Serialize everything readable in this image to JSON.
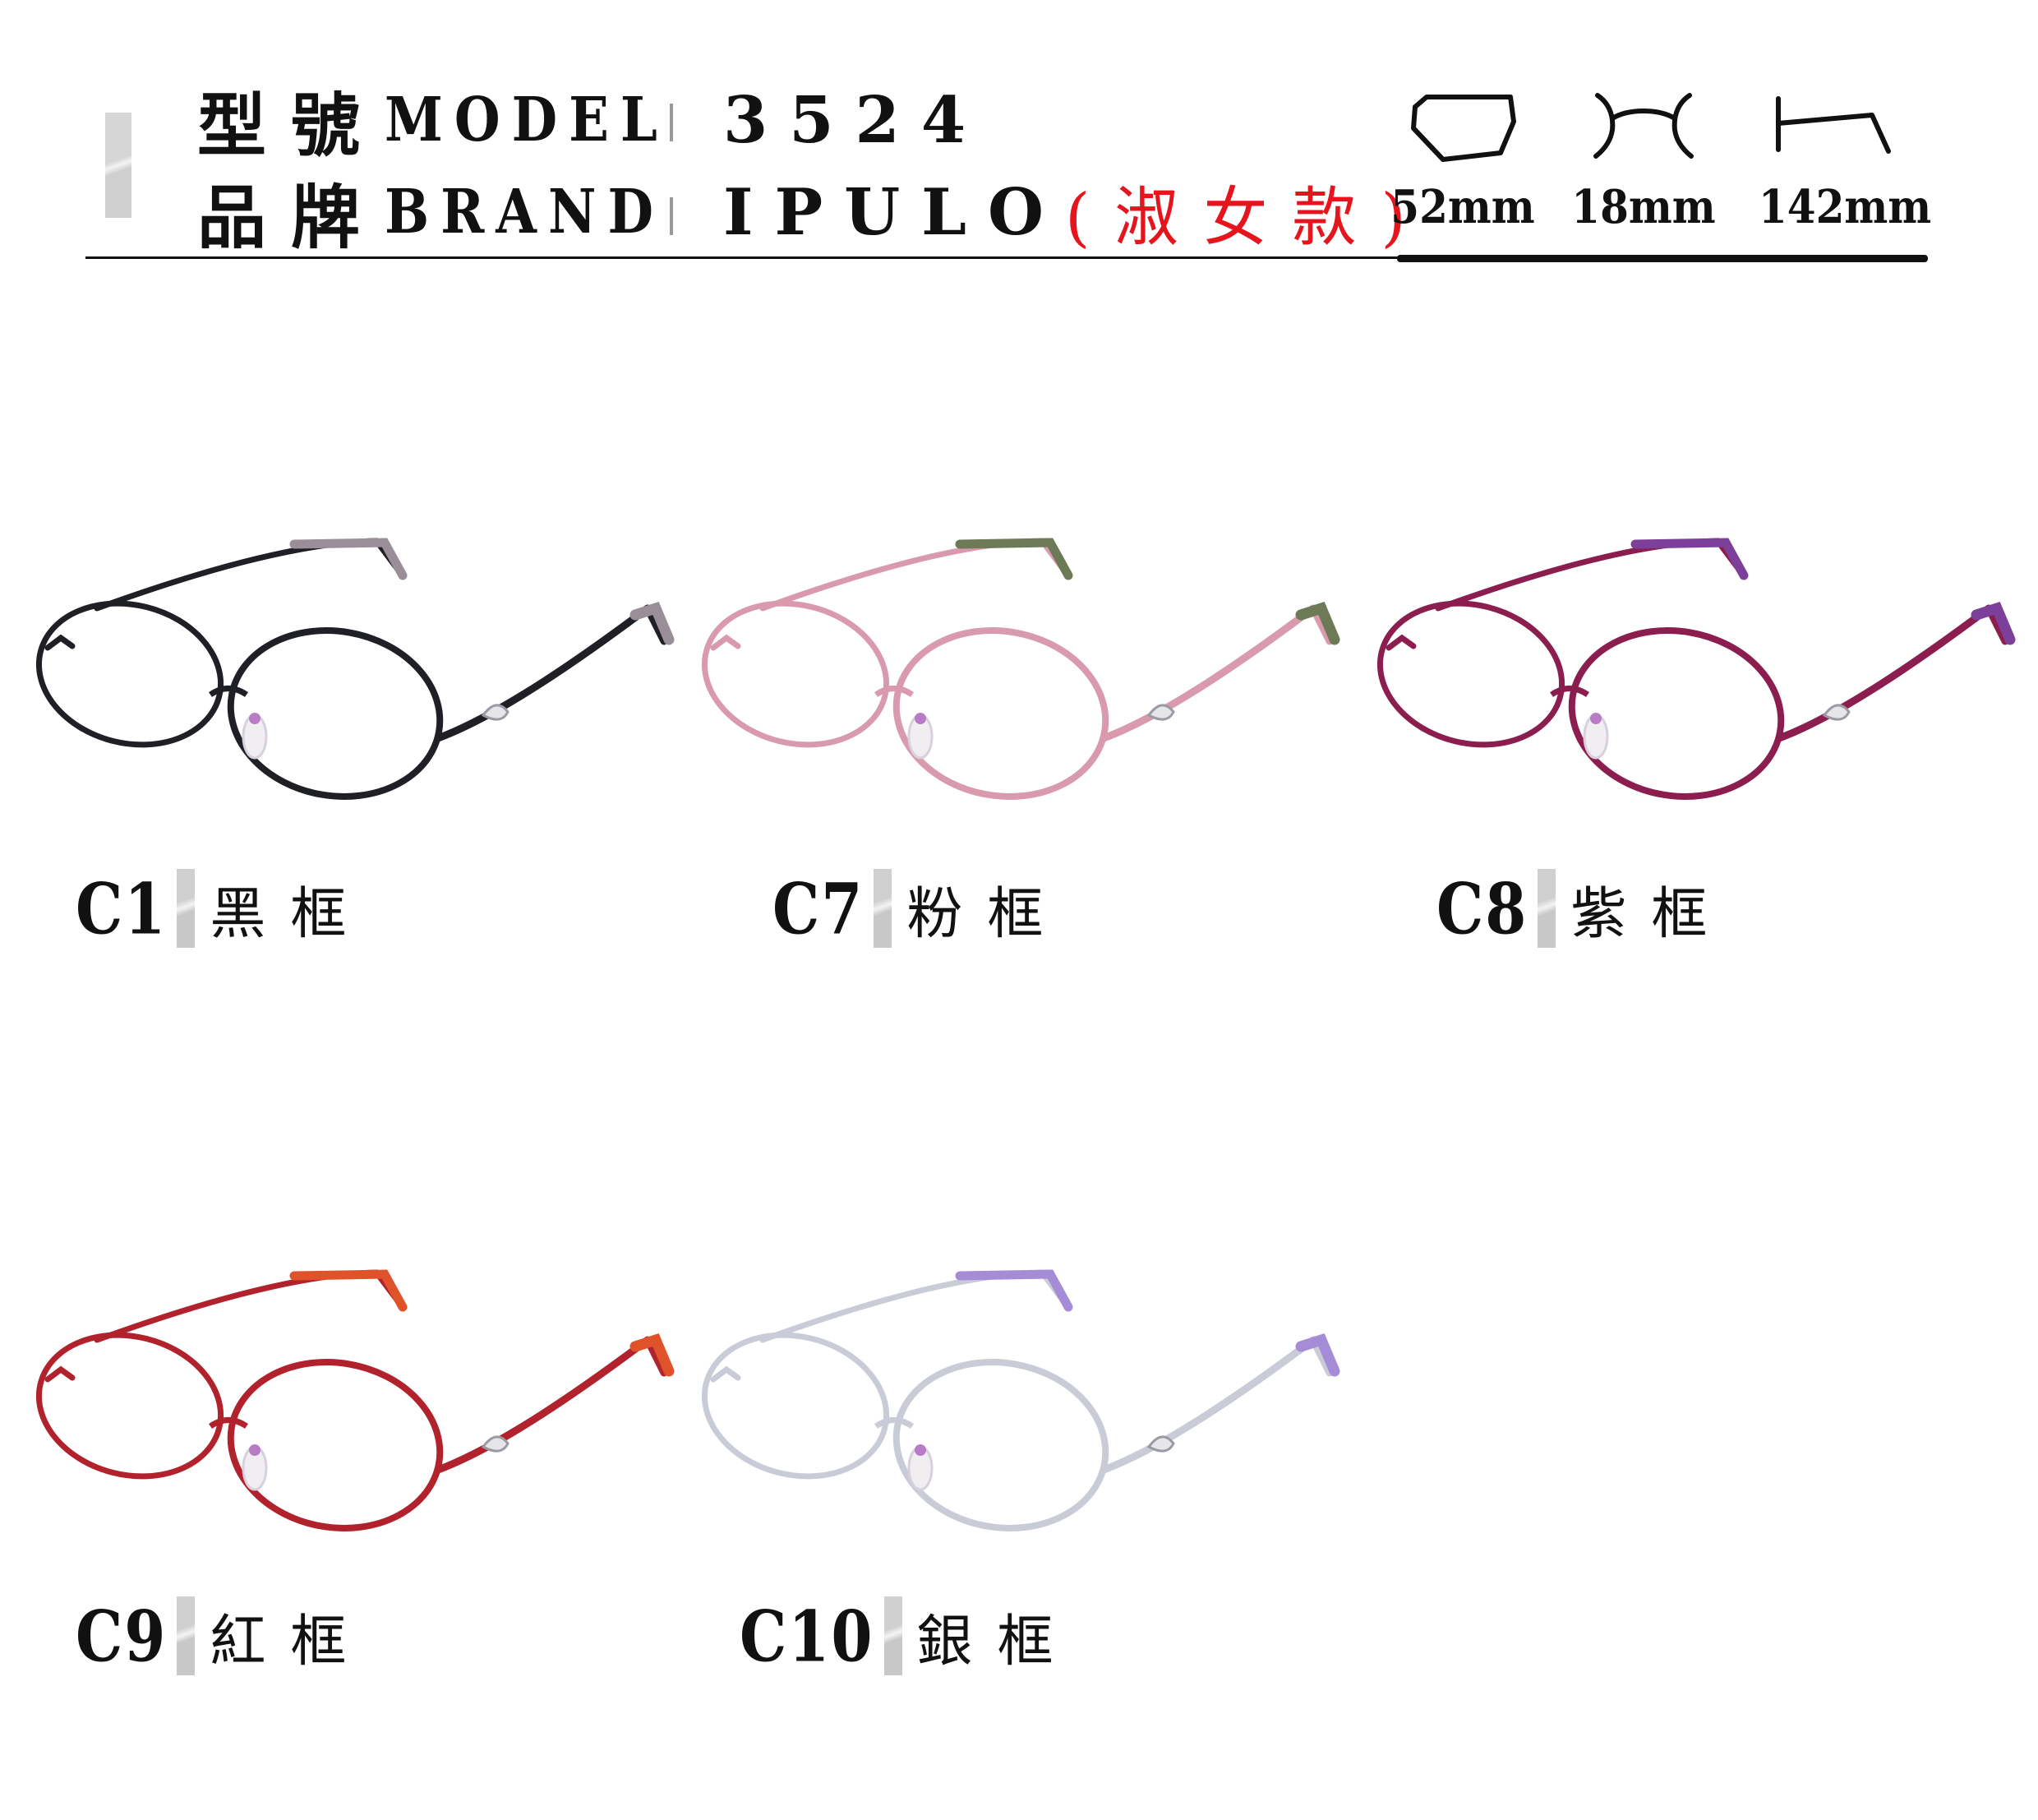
{
  "header": {
    "model_label_cjk": "型號",
    "model_label_en": "MODEL",
    "model_value": "3524",
    "brand_label_cjk": "品牌",
    "brand_label_en": "BRAND",
    "brand_value": "IPULO",
    "brand_note": "(淑女款)",
    "specs": [
      {
        "icon": "lens-width-icon",
        "value": "52mm"
      },
      {
        "icon": "bridge-width-icon",
        "value": "18mm"
      },
      {
        "icon": "temple-length-icon",
        "value": "142mm"
      }
    ]
  },
  "products": [
    {
      "code": "C1",
      "name": "黑框",
      "frame_color": "#1f1f26",
      "tip_color": "#9a8f98"
    },
    {
      "code": "C7",
      "name": "粉框",
      "frame_color": "#d99aae",
      "tip_color": "#6d7a58"
    },
    {
      "code": "C8",
      "name": "紫框",
      "frame_color": "#8c1d4f",
      "tip_color": "#7c3f9a"
    },
    {
      "code": "C9",
      "name": "紅框",
      "frame_color": "#b1222c",
      "tip_color": "#e0532a"
    },
    {
      "code": "C10",
      "name": "銀框",
      "frame_color": "#c9ccd6",
      "tip_color": "#a48cd6"
    }
  ],
  "colors": {
    "accent_red": "#e6141c"
  }
}
